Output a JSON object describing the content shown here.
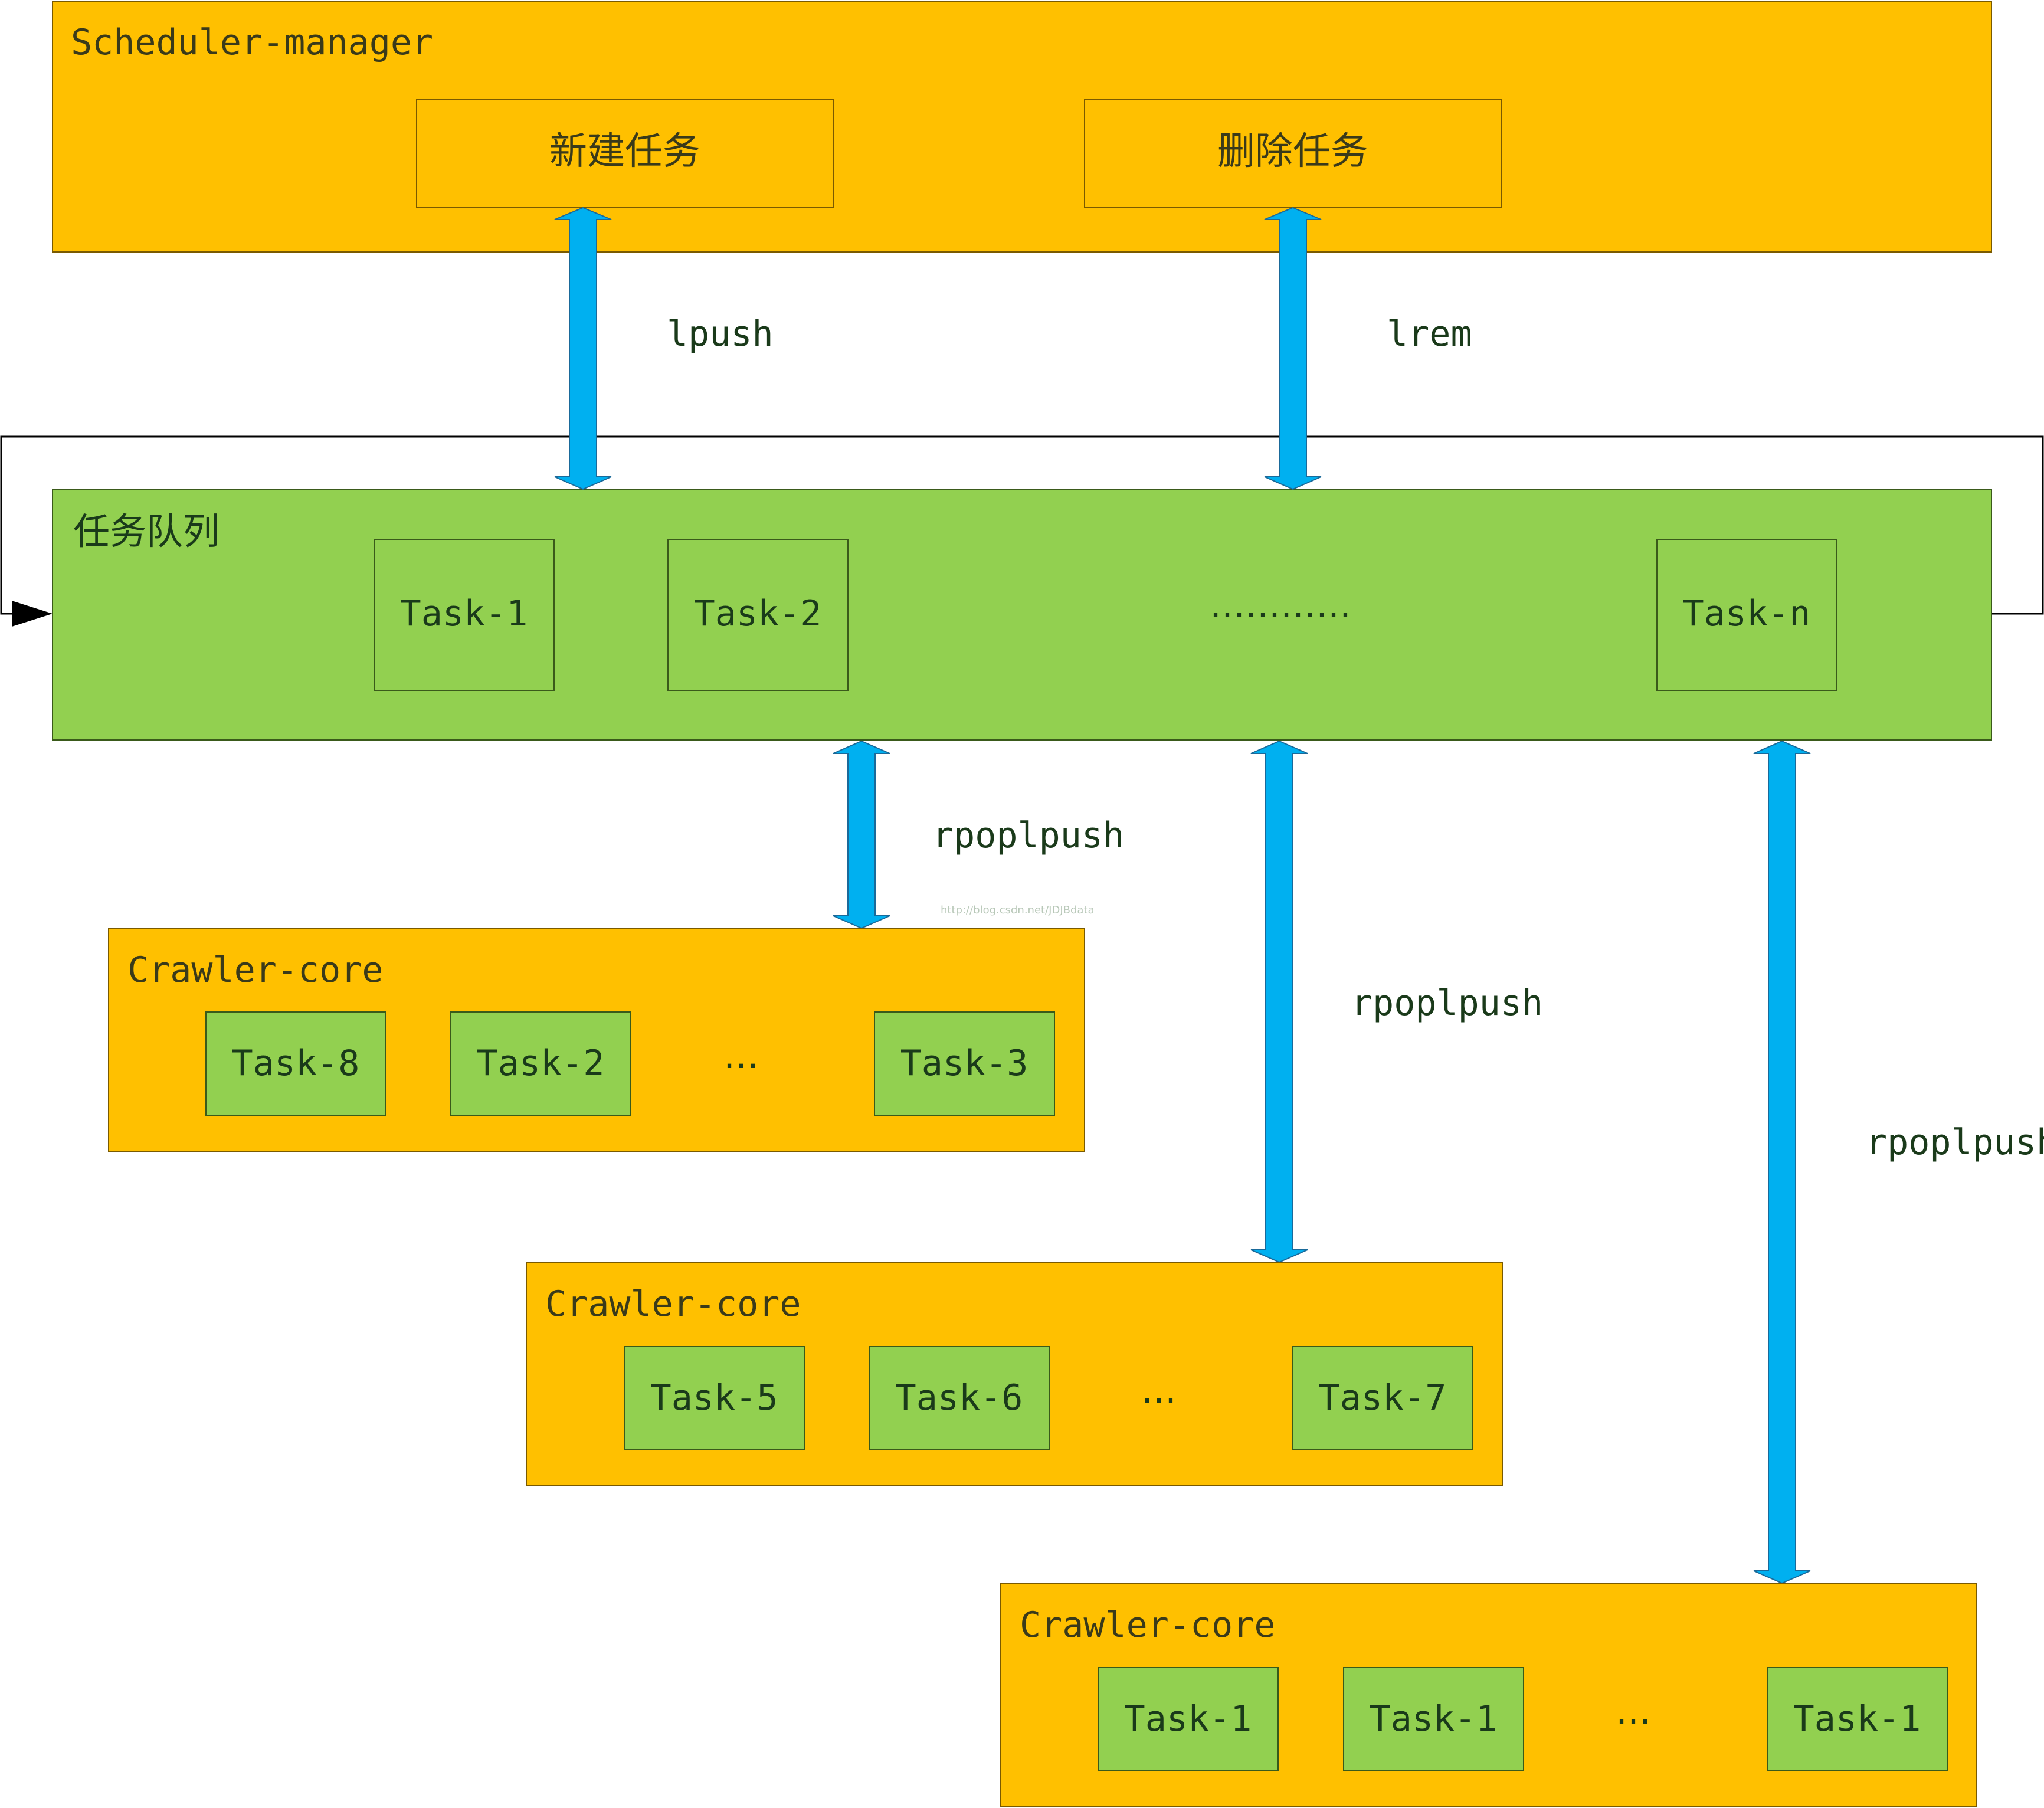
{
  "scheduler": {
    "title": "Scheduler-manager",
    "new_task": "新建任务",
    "delete_task": "删除任务"
  },
  "ops": {
    "lpush": "lpush",
    "lrem": "lrem",
    "rpoplpush_1": "rpoplpush",
    "rpoplpush_2": "rpoplpush",
    "rpoplpush_3": "rpoplpush"
  },
  "queue": {
    "title": "任务队列",
    "tasks": [
      "Task-1",
      "Task-2",
      "Task-n"
    ],
    "ellipsis": "…………"
  },
  "crawlers": [
    {
      "title": "Crawler-core",
      "tasks": [
        "Task-8",
        "Task-2",
        "Task-3"
      ],
      "ellipsis": "…"
    },
    {
      "title": "Crawler-core",
      "tasks": [
        "Task-5",
        "Task-6",
        "Task-7"
      ],
      "ellipsis": "…"
    },
    {
      "title": "Crawler-core",
      "tasks": [
        "Task-1",
        "Task-1",
        "Task-1"
      ],
      "ellipsis": "…"
    }
  ],
  "watermark": "http://blog.csdn.net/JDJBdata",
  "colors": {
    "orange": "#FFC000",
    "green": "#92D050",
    "arrow": "#00B0F0",
    "text": "#1a3a1a"
  }
}
